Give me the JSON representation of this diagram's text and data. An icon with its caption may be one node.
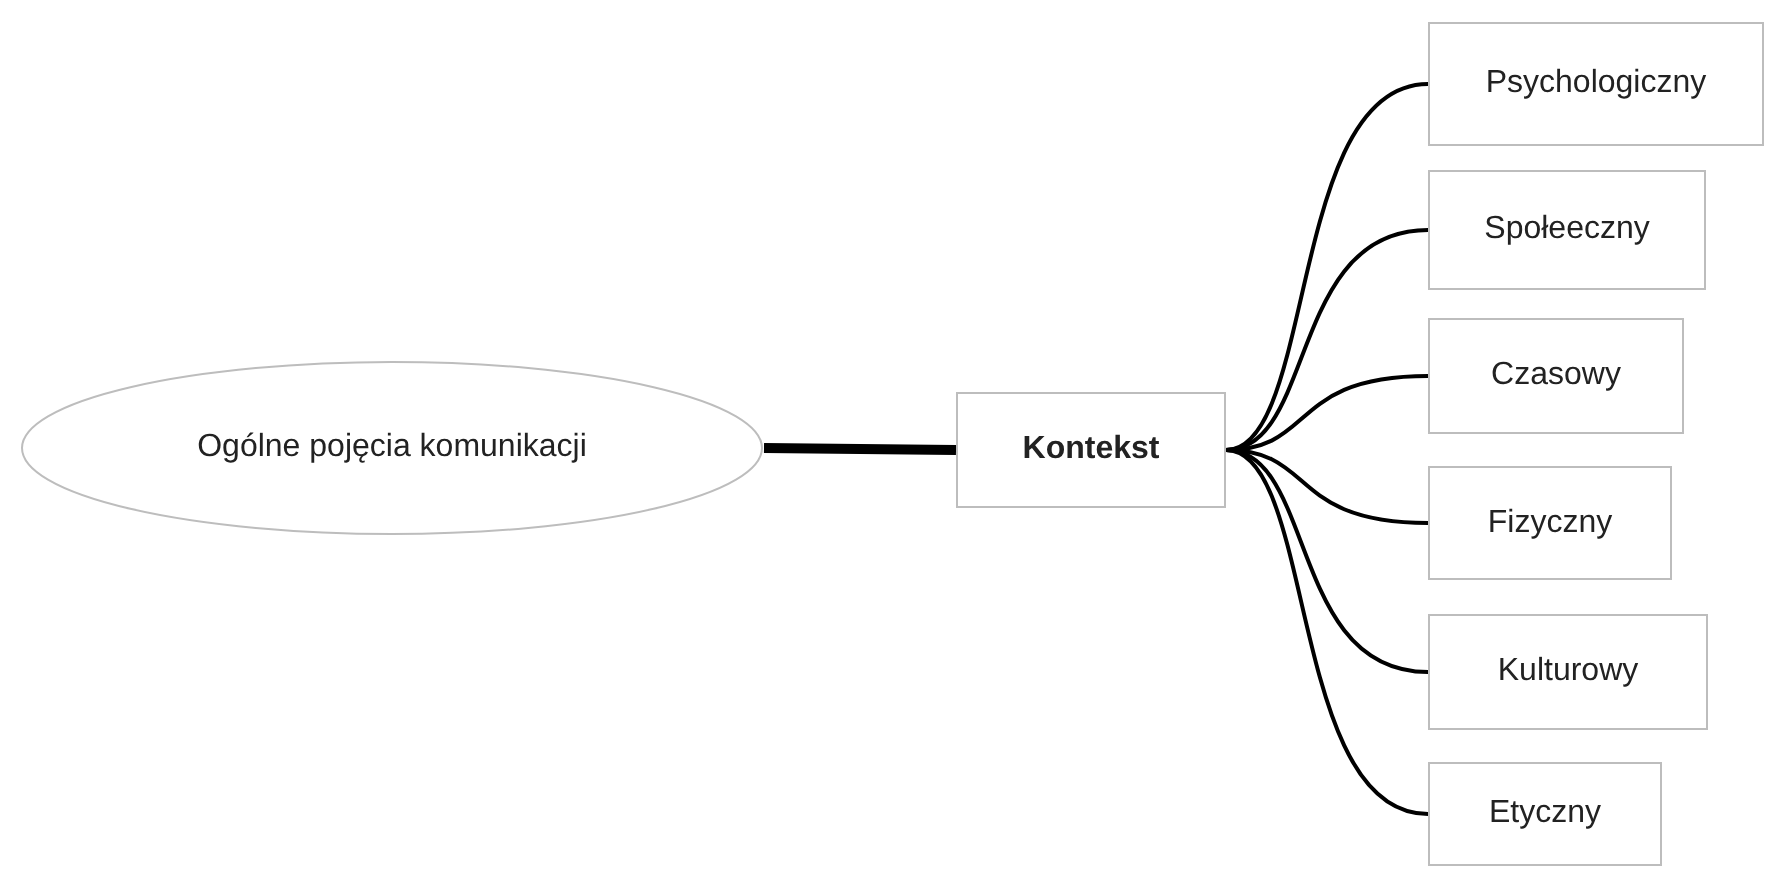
{
  "diagram": {
    "nodes": [
      {
        "text": [
          "Ogólne pojęcia komunikacji"
        ]
      },
      {
        "text": [
          "Kontekst"
        ]
      },
      {
        "text": [
          "Psychologiczny"
        ]
      },
      {
        "text": [
          "Społeeczny"
        ]
      },
      {
        "text": [
          "Czasowy"
        ]
      },
      {
        "text": [
          "Fizyczny"
        ]
      },
      {
        "text": [
          "Kulturowy"
        ]
      },
      {
        "text": [
          "Etyczny"
        ]
      }
    ],
    "edges": [
      {
        "from": 0,
        "to": 1,
        "arrow": "none",
        "style": "thick"
      },
      {
        "from": 1,
        "to": 2,
        "arrow": "none"
      },
      {
        "from": 1,
        "to": 3,
        "arrow": "none"
      },
      {
        "from": 1,
        "to": 4,
        "arrow": "none"
      },
      {
        "from": 1,
        "to": 5,
        "arrow": "none"
      },
      {
        "from": 1,
        "to": 6,
        "arrow": "none"
      },
      {
        "from": 1,
        "to": 7,
        "arrow": "none"
      }
    ]
  }
}
